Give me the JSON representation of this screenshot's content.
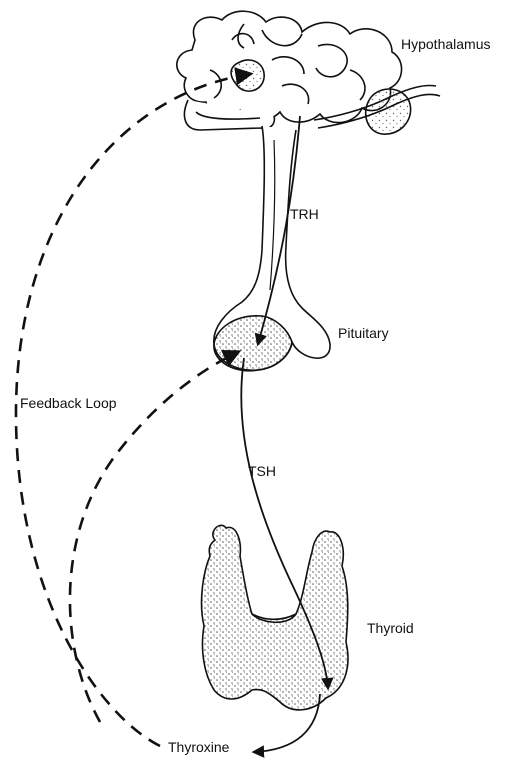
{
  "labels": {
    "hypothalamus": "Hypothalamus",
    "trh": "TRH",
    "pituitary": "Pituitary",
    "feedback_loop": "Feedback Loop",
    "tsh": "TSH",
    "thyroid": "Thyroid",
    "thyroxine": "Thyroxine"
  },
  "colors": {
    "ink": "#111111",
    "background": "#ffffff",
    "stipple": "#6b6b6b"
  }
}
